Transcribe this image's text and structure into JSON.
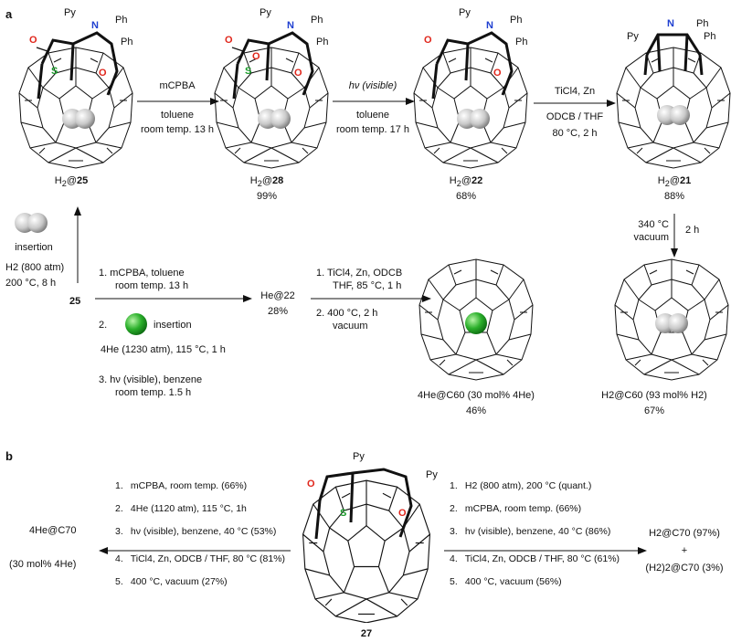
{
  "panels": {
    "a": "a",
    "b": "b"
  },
  "atoms": {
    "py": "Py",
    "ph": "Ph",
    "n": "N",
    "o": "O",
    "s": "S"
  },
  "panel_a": {
    "compounds": [
      {
        "prefix": "H",
        "sub": "2",
        "at": "@",
        "num": "25",
        "yield": ""
      },
      {
        "prefix": "H",
        "sub": "2",
        "at": "@",
        "num": "28",
        "yield": "99%"
      },
      {
        "prefix": "H",
        "sub": "2",
        "at": "@",
        "num": "22",
        "yield": "68%"
      },
      {
        "prefix": "H",
        "sub": "2",
        "at": "@",
        "num": "21",
        "yield": "88%"
      }
    ],
    "arrow1": {
      "top": "mCPBA",
      "mid": "toluene",
      "bottom": "room temp. 13 h"
    },
    "arrow2": {
      "top": "hν (visible)",
      "mid": "toluene",
      "bottom": "room temp. 17 h"
    },
    "arrow3": {
      "top": "TiCl4, Zn",
      "mid": "ODCB / THF",
      "bottom": "80 °C, 2 h"
    },
    "arrow_down": {
      "left1": "340 °C",
      "left2": "vacuum",
      "right": "2 h"
    },
    "insertion": {
      "label": "insertion",
      "line1": "H2 (800 atm)",
      "line2": "200 °C, 8 h"
    },
    "start": "25",
    "he_route": {
      "step1a": "mCPBA, toluene",
      "step1b": "room temp. 13 h",
      "step2": "insertion",
      "step2b": "4He (1230 atm), 115 °C, 1 h",
      "step3a": "hν (visible), benzene",
      "step3b": "room temp. 1.5 h",
      "intermediate": "He@22",
      "intermediate_yield": "28%",
      "step4a": "TiCl4, Zn, ODCB",
      "step4b": "THF, 85 °C, 1 h",
      "step5a": "400 °C, 2 h",
      "step5b": "vacuum"
    },
    "products": [
      {
        "label": "4He@C60 (30 mol% 4He)",
        "yield": "46%"
      },
      {
        "label": "H2@C60 (93 mol% H2)",
        "yield": "67%"
      }
    ]
  },
  "panel_b": {
    "compound": "27",
    "left_steps": [
      "mCPBA, room temp. (66%)",
      "4He (1120 atm), 115 °C, 1h",
      "hν (visible), benzene, 40 °C (53%)",
      "TiCl4, Zn, ODCB / THF, 80 °C (81%)",
      "400 °C, vacuum (27%)"
    ],
    "right_steps": [
      "H2 (800 atm), 200 °C (quant.)",
      "mCPBA, room temp. (66%)",
      "hν (visible), benzene, 40 °C (86%)",
      "TiCl4, Zn, ODCB / THF, 80 °C (61%)",
      "400 °C, vacuum (56%)"
    ],
    "left_product": {
      "line1": "4He@C70",
      "line2": "(30 mol% 4He)"
    },
    "right_product": {
      "line1": "H2@C70 (97%)",
      "plus": "+",
      "line2": "(H2)2@C70 (3%)"
    }
  },
  "colors": {
    "oxygen": "#e0261b",
    "nitrogen": "#1f3fd0",
    "sulfur": "#1a9c2a",
    "helium": "#2bb02b",
    "hydrogen": "#c8c8c8",
    "bond": "#111111"
  }
}
